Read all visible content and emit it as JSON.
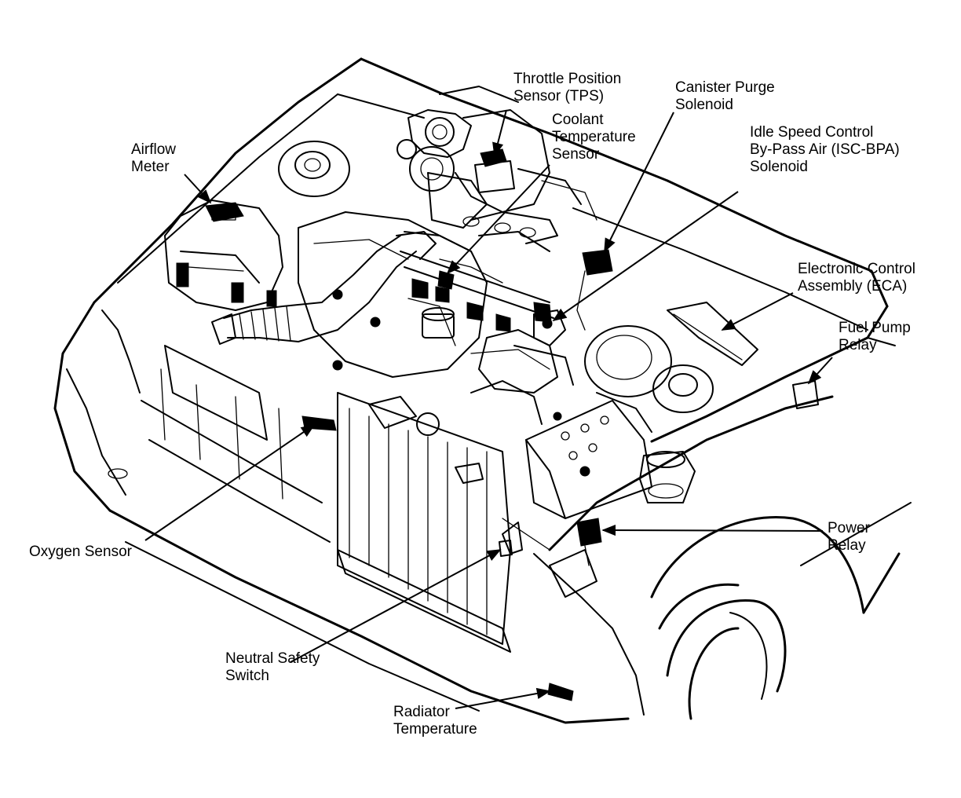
{
  "labels": {
    "tps": [
      "Throttle Position",
      "Sensor (TPS)"
    ],
    "coolant": [
      "Coolant",
      "Temperature",
      "Sensor"
    ],
    "canister": [
      "Canister Purge",
      "Solenoid"
    ],
    "isc": [
      "Idle Speed Control",
      "By-Pass Air (ISC-BPA)",
      "Solenoid"
    ],
    "airflow": [
      "Airflow",
      "Meter"
    ],
    "eca": [
      "Electronic Control",
      "Assembly (ECA)"
    ],
    "fuelpump": [
      "Fuel Pump",
      "Relay"
    ],
    "oxygen": [
      "Oxygen Sensor"
    ],
    "powerrelay": [
      "Power",
      "Relay"
    ],
    "neutral": [
      "Neutral Safety",
      "Switch"
    ],
    "radiator": [
      "Radiator",
      "Temperature"
    ]
  }
}
